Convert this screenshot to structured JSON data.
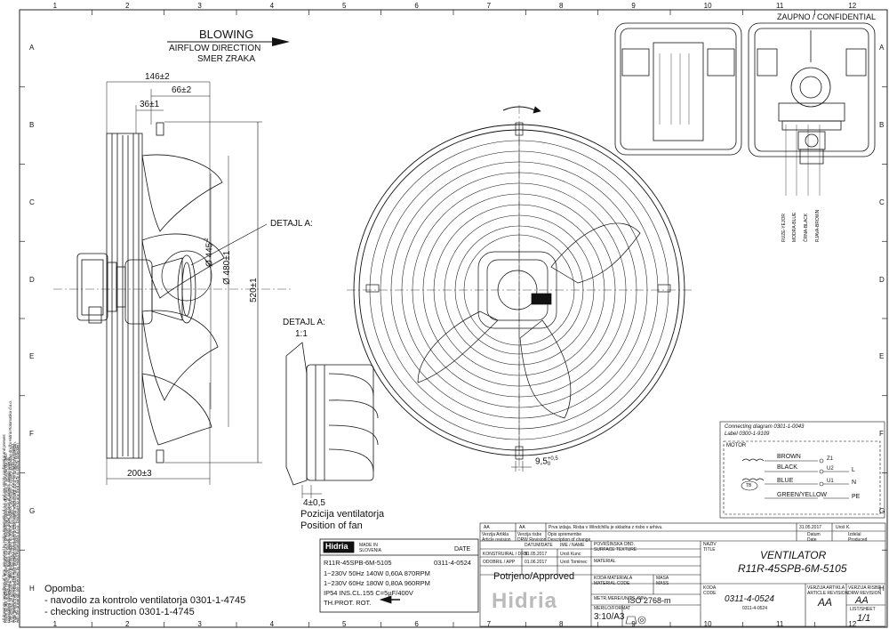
{
  "frame": {
    "cols": [
      "1",
      "2",
      "3",
      "4",
      "5",
      "6",
      "7",
      "8",
      "9",
      "10",
      "11",
      "12"
    ],
    "rows": [
      "A",
      "B",
      "C",
      "D",
      "E",
      "F",
      "G",
      "H"
    ]
  },
  "airflow": {
    "title": "BLOWING",
    "line1": "AIRFLOW DIRECTION",
    "line2": "SMER ZRAKA"
  },
  "dims": {
    "d146": "146±2",
    "d66": "66±2",
    "d36": "36±1",
    "d200": "200±3",
    "d445": "Ø 445",
    "d445tol": "-2",
    "d480": "Ø 480±1",
    "d520": "520±1",
    "d95": "9,5",
    "d95tol_up": "+0,5",
    "d95tol_dn": "0",
    "d4": "4±0,5"
  },
  "detail": {
    "callout": "DETAJL A:",
    "title": "DETAJL A:",
    "scale": "1:1",
    "pos1": "Pozicija ventilatorja",
    "pos2": "Position of fan"
  },
  "header_right": "ZAUPNO / CONFIDENTIAL",
  "wires_vertical": [
    "RUZE-YEJOR",
    "MODRA-BLUE",
    "ČRNA-BLACK",
    "RJAVA-BROWN"
  ],
  "connection": {
    "line1": "Connecting diagram 0301-1-0043",
    "line2": "Label 0300-1-9109",
    "motor": "MOTOR",
    "brown": "BROWN",
    "black": "BLACK",
    "blue": "BLUE",
    "gy": "GREEN/YELLOW",
    "t_z1": "Z1",
    "t_z2": "U2",
    "t_u1": "U1",
    "L": "L",
    "N": "N",
    "PE": "PE",
    "TB": "TB"
  },
  "nameplate": {
    "brand": "Hidria",
    "made1": "MADE IN",
    "made2": "SLOVENIA",
    "date_label": "DATE",
    "model": "R11R-45SPB-6M-5105",
    "code": "0311-4-0524",
    "l1": "1~230V 50Hz 140W 0,60A 870RPM",
    "l2": "1~230V 60Hz 180W 0,80A 960RPM",
    "l3": "IP54 INS.CL.155 C=5µF/400V",
    "l4": "TH.PROT. ROT."
  },
  "notes": {
    "title": "Opomba:",
    "n1": "- navodilo za kontrolo ventilatorja 0301-1-4745",
    "n2": "- checking instruction 0301-1-4745"
  },
  "side_text": [
    "All drawings, regardless of form, are owned by Hidria Rotomatika d.o.o. and are strictly confidential and present",
    "copyrighted Intellectual Property Rights as follows rights under the laws of patents, design patents",
    "and registered designs. Hidria Rotomatika d.o.o. trade secret rights, and similar exclusive rights in respect",
    "with the drawings are licensed by Hidria Rotomatika d.o.o. Disclosure to any third party is strictly forbidden"
  ],
  "side_text2": [
    "Risbe so last družbe Hidria Rotomatika d.o.o. in predstavljajo poslovno skrivnost in so avtorsko delo.",
    "Vse pravice so pridržane, tako patentov, blagovnih znamk in modelov povezanih z risbami pripadajo družbi Hidria Rotomatika d.o.o.",
    "Vsak prenos tretjim osebam brez pisnega dovoljenja družbe Hidria Rotomatika d.o.o. je strogo prepovedan."
  ],
  "titleblock": {
    "rev_aa1": "AA",
    "rev_aa2": "AA",
    "rev_text": "Prva izdaja. Risba v Windchillu je skladna z risbo v arhivu.",
    "rev_date": "31.05.2017",
    "rev_name": "Uroš K.",
    "h_verzija": "Verzija Artikla",
    "h_article": "Article revision",
    "h_verzija2": "Verzija risbe",
    "h_drw": "DRW Revision",
    "h_opis": "Opis spremembe",
    "h_desc": "Description of change",
    "h_datum": "Datum",
    "h_date": "Date",
    "h_izdelal": "Izdelal",
    "h_produced": "Produced",
    "c_datum": "DATUM/DATE",
    "c_ime": "IME / NAME",
    "r1": "KONSTRUIRAL / DRN",
    "r1d": "31.05.2017",
    "r1n": "Uroš Kunc",
    "r2": "ODOBRIL / APP",
    "r2d": "01.06.2017",
    "r2n": "Uroš Tominec",
    "povrs": "POVRŠINSKA OBD.",
    "surface": "SURFACE TEXTURE",
    "material": "MATERIAL",
    "approved": "Potrjeno/Approved",
    "koda_mat": "KODA MATERIALA",
    "mat_code": "MATERIAL CODE",
    "masa": "MASA",
    "mass": "MASS",
    "merilo": "MERILO/FORMAT",
    "scale": "3:10/A3",
    "metric": "METR.MERE/UNITS, DIN",
    "iso": "ISO 2768-m",
    "naziv": "NAZIV",
    "title": "TITLE",
    "name1": "VENTILATOR",
    "name2": "R11R-45SPB-6M-5105",
    "koda": "KODA",
    "code_lbl": "CODE",
    "code": "0311-4-0524",
    "code_sub": "0311-4-0524",
    "verz_a": "VERZIJA ARTIKLA",
    "art_rev": "ARTICLE REVISION",
    "verz_r": "VERZIJA RISBE",
    "drw_rev": "DRW REVISION",
    "rev1": "AA",
    "rev2": "AA",
    "list": "LIST/SHEET",
    "sheet": "1/1",
    "brand": "Hidria"
  }
}
